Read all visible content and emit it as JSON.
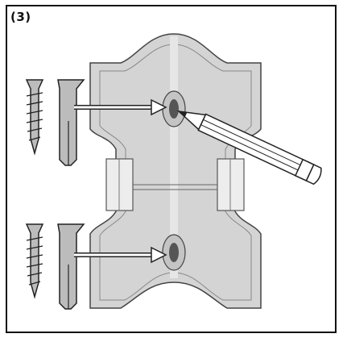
{
  "step_label": "(3)",
  "colors": {
    "plate_fill": "#d4d4d4",
    "plate_inner": "#bdbdbd",
    "plate_stroke": "#444444",
    "hardware_fill": "#bcbcbc",
    "pencil_body": "#ffffff",
    "outline": "#222222"
  },
  "parts": [
    "wall-plate",
    "screw-top",
    "anchor-top",
    "screw-bottom",
    "anchor-bottom",
    "pencil",
    "arrow-top",
    "arrow-bottom"
  ]
}
